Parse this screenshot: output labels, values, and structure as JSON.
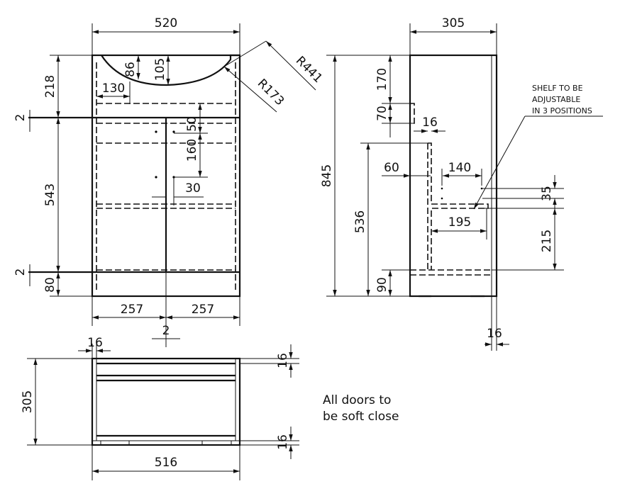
{
  "front_view": {
    "width": "520",
    "top_height": "218",
    "gap_top": "2",
    "door_height": "543",
    "gap_bottom": "2",
    "plinth": "80",
    "basin_depth_86": "86",
    "basin_depth_105": "105",
    "basin_offset": "130",
    "radius_outer": "R441",
    "radius_inner": "R173",
    "handle_top": "50",
    "handle_spacing": "160",
    "handle_offset": "30",
    "door_left": "257",
    "door_right": "257",
    "door_gap": "2"
  },
  "side_view": {
    "depth": "305",
    "height": "845",
    "dim_170": "170",
    "dim_70": "70",
    "panel_16": "16",
    "dim_536": "536",
    "dim_60": "60",
    "dim_140": "140",
    "dim_35": "35",
    "dim_195": "195",
    "dim_215": "215",
    "dim_90": "90",
    "door_thickness": "16",
    "note_lines": [
      "SHELF TO BE",
      "ADJUSTABLE",
      "IN 3 POSITIONS"
    ]
  },
  "plan_view": {
    "side_16": "16",
    "depth": "305",
    "width": "516",
    "top_16": "16",
    "bottom_16": "16"
  },
  "note": {
    "line1": "All doors to",
    "line2": "be soft close"
  }
}
